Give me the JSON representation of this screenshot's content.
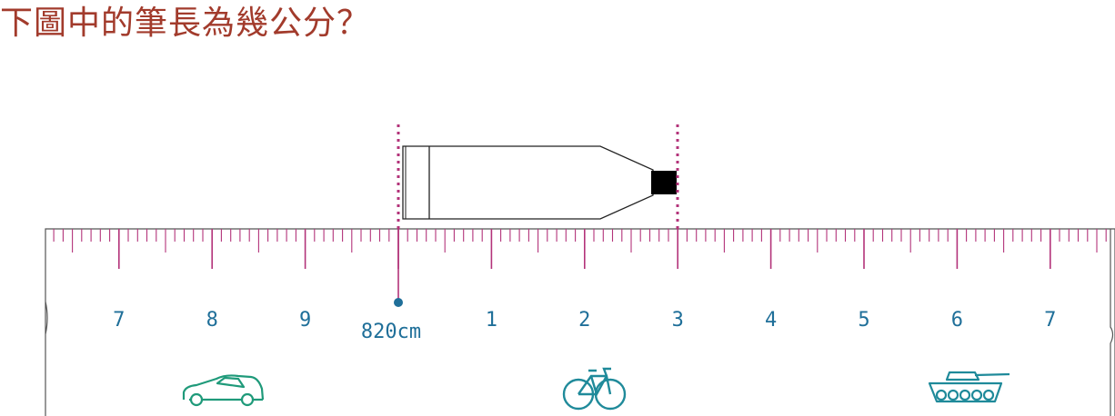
{
  "question": "下圖中的筆長為幾公分？",
  "ruler": {
    "unit_label": "820cm",
    "labels_left": [
      "7",
      "8",
      "9"
    ],
    "labels_right": [
      "1",
      "2",
      "3",
      "4",
      "5",
      "6",
      "7"
    ]
  },
  "measurement": {
    "pen_start_cm": 0,
    "pen_end_cm": 3
  },
  "icons": [
    "car-icon",
    "bicycle-icon",
    "tank-icon"
  ],
  "colors": {
    "question_text": "#a23b2c",
    "ruler_lines": "#b3337a",
    "ruler_labels": "#1f6f99",
    "dotted_markers": "#b3337a",
    "car_icon": "#1f9a7a",
    "bicycle_icon": "#1f8a9a",
    "tank_icon": "#1f8a9a"
  }
}
